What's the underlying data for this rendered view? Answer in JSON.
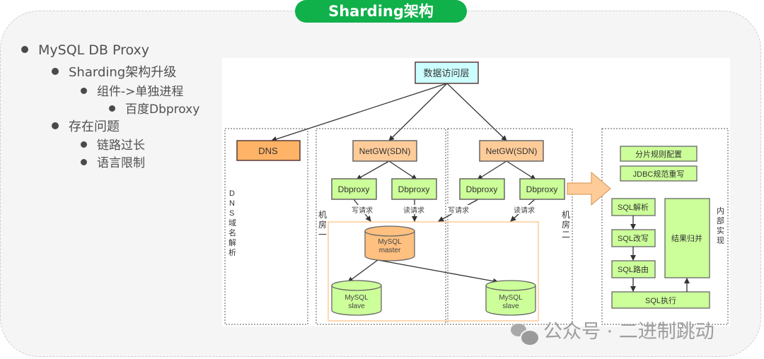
{
  "title": "Sharding架构",
  "bullets": [
    {
      "level": 1,
      "text": "MySQL DB Proxy"
    },
    {
      "level": 2,
      "text": "Sharding架构升级"
    },
    {
      "level": 3,
      "text": "组件->单独进程"
    },
    {
      "level": 4,
      "text": "百度Dbproxy"
    },
    {
      "level": 2,
      "text": "存在问题"
    },
    {
      "level": 3,
      "text": "链路过长"
    },
    {
      "level": 3,
      "text": "语言限制"
    }
  ],
  "diagram": {
    "top_node": "数据访问层",
    "dns_node": "DNS",
    "dns_zone_label": "DNS域名解析",
    "room1_label": "机房一",
    "room2_label": "机房二",
    "netgw_1": "NetGW(SDN)",
    "netgw_2": "NetGW(SDN)",
    "dbproxy": [
      "Dbproxy",
      "Dbproxy",
      "Dbproxy",
      "Dbproxy"
    ],
    "edge_labels": [
      "写请求",
      "读请求",
      "写请求",
      "读请求"
    ],
    "mysql_master": [
      "MySQL",
      "master"
    ],
    "mysql_slave_1": [
      "MySQL",
      "slave"
    ],
    "mysql_slave_2": [
      "MySQL",
      "slave"
    ],
    "internal": {
      "label": "内部实现",
      "shard_rule": "分片规则配置",
      "jdbc": "JDBC规范重写",
      "parse": "SQL解析",
      "rewrite": "SQL改写",
      "route": "SQL路由",
      "execute": "SQL执行",
      "merge": "结果归并"
    },
    "colors": {
      "cyan": "#ccffff",
      "dns_orange": "#ffb366",
      "peach": "#ffcc99",
      "green": "#ccff99",
      "border_dark": "#5a3a3a",
      "master_orange": "#ffc080"
    }
  },
  "watermark": "公众号 · 二进制跳动"
}
